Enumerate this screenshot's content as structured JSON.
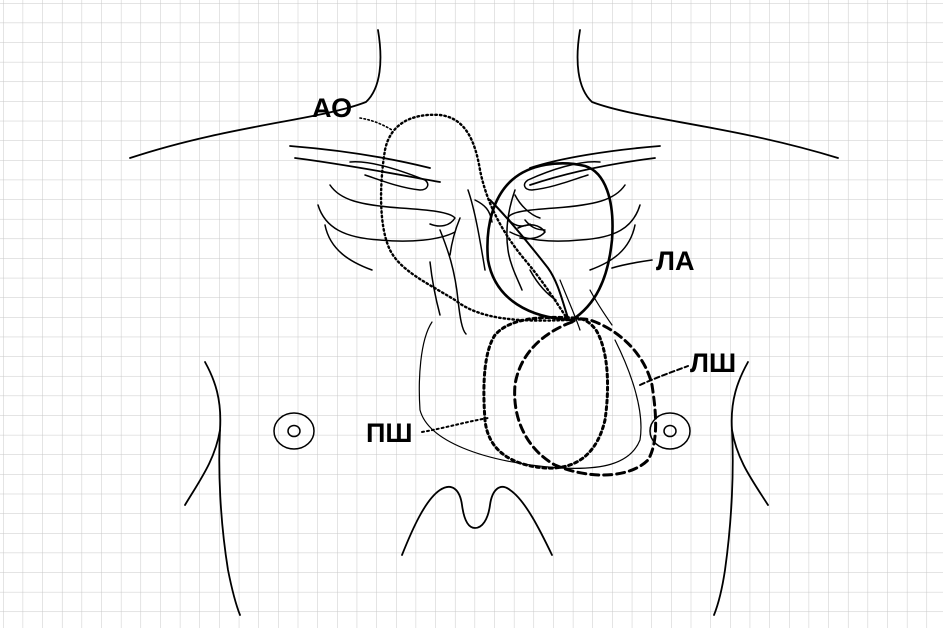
{
  "diagram": {
    "labels": {
      "ao": "АО",
      "la": "ЛА",
      "lsh": "ЛШ",
      "psh": "ПШ"
    },
    "grid": {
      "visible": true,
      "color": "#c8c8c8"
    },
    "line_color": "#000000"
  }
}
